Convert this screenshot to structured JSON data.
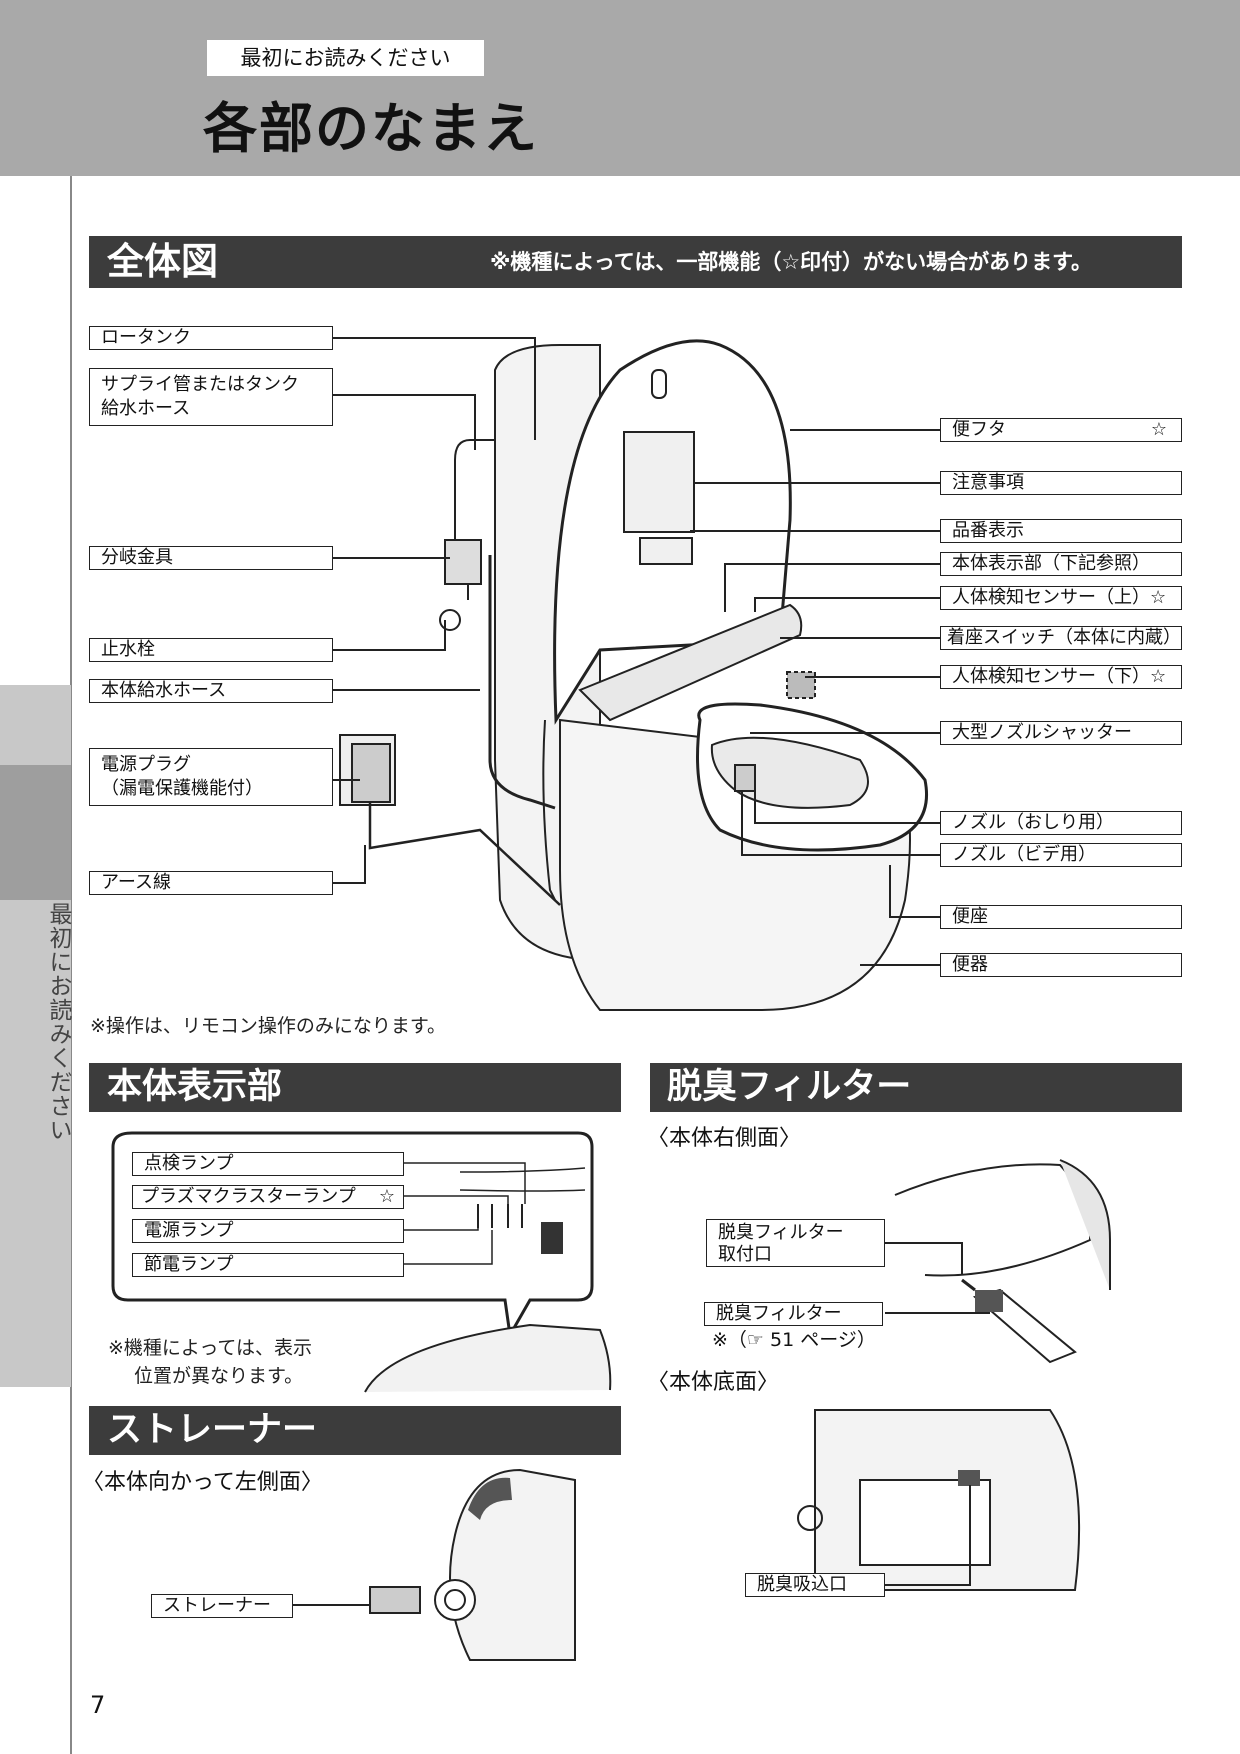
{
  "header": {
    "tag": "最初にお読みください",
    "title": "各部のなまえ"
  },
  "side_tab": {
    "text": "最初にお読みください"
  },
  "overall": {
    "title": "全体図",
    "note": "※機種によっては、一部機能（☆印付）がない場合があります。",
    "footnote": "※操作は、リモコン操作のみになります。",
    "left_labels": [
      {
        "name": "ロータンク"
      },
      {
        "name": "サプライ管またはタンク給水ホース",
        "line1": "サプライ管またはタンク",
        "line2": "給水ホース"
      },
      {
        "name": "分岐金具"
      },
      {
        "name": "止水栓"
      },
      {
        "name": "本体給水ホース"
      },
      {
        "name": "電源プラグ（漏電保護機能付）",
        "line1": "電源プラグ",
        "line2": "（漏電保護機能付）"
      },
      {
        "name": "アース線"
      }
    ],
    "right_labels": [
      {
        "name": "便フタ",
        "star": "☆"
      },
      {
        "name": "注意事項"
      },
      {
        "name": "品番表示"
      },
      {
        "name": "本体表示部（下記参照）"
      },
      {
        "name": "人体検知センサー（上）☆"
      },
      {
        "name": "着座スイッチ（本体に内蔵）"
      },
      {
        "name": "人体検知センサー（下）☆"
      },
      {
        "name": "大型ノズルシャッター"
      },
      {
        "name": "ノズル（おしり用）"
      },
      {
        "name": "ノズル（ビデ用）"
      },
      {
        "name": "便座"
      },
      {
        "name": "便器"
      }
    ]
  },
  "display": {
    "title": "本体表示部",
    "labels": [
      {
        "name": "点検ランプ"
      },
      {
        "name": "プラズマクラスターランプ",
        "star": "☆"
      },
      {
        "name": "電源ランプ"
      },
      {
        "name": "節電ランプ"
      }
    ],
    "note_line1": "※機種によっては、表示",
    "note_line2": "位置が異なります。"
  },
  "filter": {
    "title": "脱臭フィルター",
    "right_side": "〈本体右側面〉",
    "mount_label_line1": "脱臭フィルター",
    "mount_label_line2": "取付口",
    "filter_label": "脱臭フィルター",
    "ref": "※（☞ 51 ページ）",
    "bottom_side": "〈本体底面〉",
    "intake_label": "脱臭吸込口"
  },
  "strainer": {
    "title": "ストレーナー",
    "side": "〈本体向かって左側面〉",
    "label": "ストレーナー"
  },
  "page_number": "7"
}
